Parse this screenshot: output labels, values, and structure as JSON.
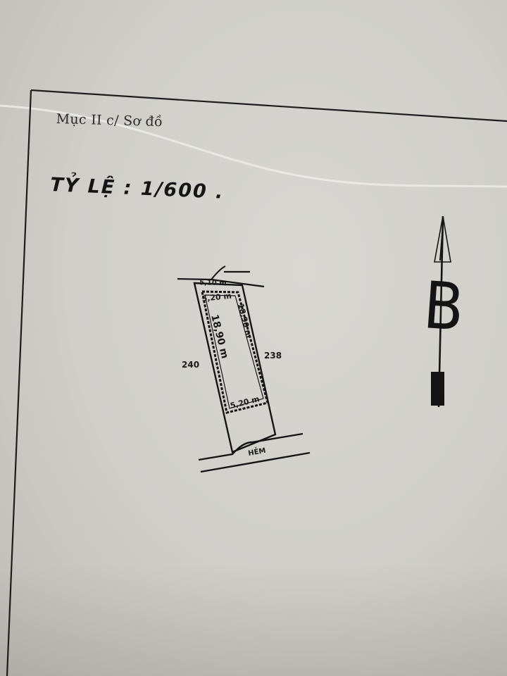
{
  "document": {
    "heading": "Mục II c/ Sơ đồ",
    "scale_label": "TỶ LỆ : 1/600 ."
  },
  "plot": {
    "front_width": "5,20 m",
    "length": "18,90 m",
    "back_width": "5,10 m",
    "area": "18,90 m",
    "left_parcel": "240",
    "right_parcel": "238",
    "alley": "HẺM"
  },
  "north_arrow": {
    "letter": "B"
  }
}
